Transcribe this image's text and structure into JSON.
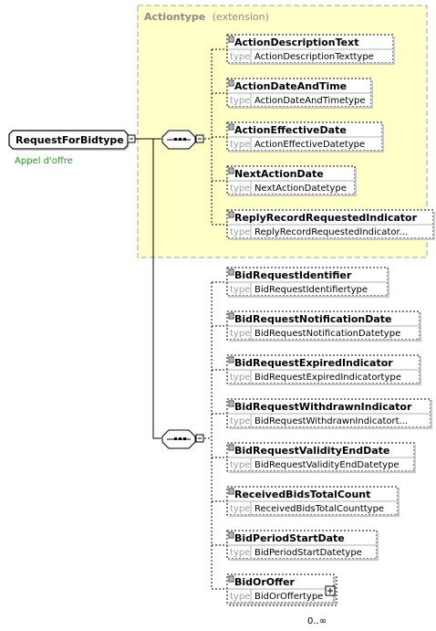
{
  "extension": {
    "title_name": "Actiontype",
    "title_suffix": "(extension)"
  },
  "root": {
    "label": "RequestForBidtype",
    "annotation": "Appel d'offre"
  },
  "type_keyword": "type",
  "occurrence": "0..∞",
  "extension_elements": [
    {
      "name": "ActionDescriptionText",
      "type": "ActionDescriptionTexttype"
    },
    {
      "name": "ActionDateAndTime",
      "type": "ActionDateAndTimetype"
    },
    {
      "name": "ActionEffectiveDate",
      "type": "ActionEffectiveDatetype"
    },
    {
      "name": "NextActionDate",
      "type": "NextActionDatetype"
    },
    {
      "name": "ReplyRecordRequestedIndicator",
      "type": "ReplyRecordRequestedIndicator..."
    }
  ],
  "sequence_elements": [
    {
      "name": "BidRequestIdentifier",
      "type": "BidRequestIdentifiertype"
    },
    {
      "name": "BidRequestNotificationDate",
      "type": "BidRequestNotificationDatetype"
    },
    {
      "name": "BidRequestExpiredIndicator",
      "type": "BidRequestExpiredIndicatortype"
    },
    {
      "name": "BidRequestWithdrawnIndicator",
      "type": "BidRequestWithdrawnIndicatort..."
    },
    {
      "name": "BidRequestValidityEndDate",
      "type": "BidRequestValidityEndDatetype"
    },
    {
      "name": "ReceivedBidsTotalCount",
      "type": "ReceivedBidsTotalCounttype"
    },
    {
      "name": "BidPeriodStartDate",
      "type": "BidPeriodStartDatetype"
    },
    {
      "name": "BidOrOffer",
      "type": "BidOrOffertype"
    }
  ],
  "colors": {
    "extension_fill": "#ffffc8",
    "extension_border": "#a0a0a0",
    "extension_title": "#8a8a8a",
    "annotation": "#2e8b2e",
    "box_border": "#000000",
    "type_keyword": "#9a9a9a"
  }
}
